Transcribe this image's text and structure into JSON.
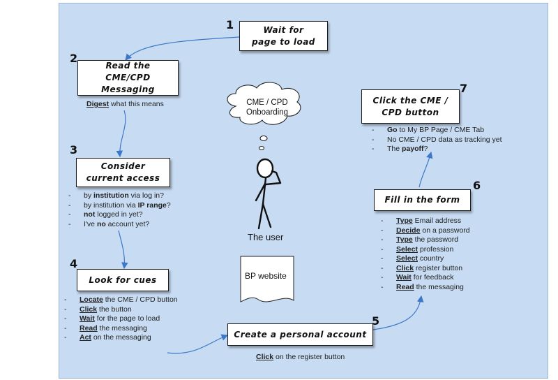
{
  "steps": [
    {
      "num": "1",
      "label": "Wait for\npage to load"
    },
    {
      "num": "2",
      "label": "Read the CME/CPD\nMessaging"
    },
    {
      "num": "3",
      "label": "Consider\ncurrent access"
    },
    {
      "num": "4",
      "label": "Look for cues"
    },
    {
      "num": "5",
      "label": "Create a personal account"
    },
    {
      "num": "6",
      "label": "Fill in the form"
    },
    {
      "num": "7",
      "label": "Click the CME /\nCPD button"
    }
  ],
  "step2_caption": {
    "kw": "Digest",
    "rest": " what this means"
  },
  "step3_items": [
    {
      "pre": "by ",
      "kw": "institution",
      "post": " via log in?"
    },
    {
      "pre": "by institution via ",
      "kw": "IP range",
      "post": "?"
    },
    {
      "pre": "",
      "kw": "not",
      "post": " logged in yet?"
    },
    {
      "pre": "I've ",
      "kw": "no",
      "post": " account yet?"
    }
  ],
  "step4_items": [
    {
      "kw": "Locate",
      "post": " the CME / CPD button"
    },
    {
      "kw": "Click",
      "post": " the button"
    },
    {
      "kw": "Wait",
      "post": " for the page to load"
    },
    {
      "kw": "Read",
      "post": " the messaging"
    },
    {
      "kw": "Act",
      "post": " on the messaging"
    }
  ],
  "step5_caption": {
    "kw": "Click",
    "rest": " on the register button"
  },
  "step6_items": [
    {
      "kw": "Type",
      "post": " Email address"
    },
    {
      "kw": "Decide",
      "post": " on a password"
    },
    {
      "kw": "Type",
      "post": " the password"
    },
    {
      "kw": "Select",
      "post": " profession"
    },
    {
      "kw": "Select",
      "post": " country"
    },
    {
      "kw": "Click",
      "post": " register button"
    },
    {
      "kw": "Wait",
      "post": " for feedback"
    },
    {
      "kw": "Read",
      "post": " the messaging"
    }
  ],
  "step7_items": [
    {
      "pre": "",
      "kw": "Go",
      "post": " to My BP Page / CME Tab"
    },
    {
      "pre": "No CME / CPD data as tracking yet",
      "kw": "",
      "post": ""
    },
    {
      "pre": "The ",
      "kw": "payoff",
      "post": "?"
    }
  ],
  "thought": "CME / CPD\nOnboarding",
  "user_label": "The user",
  "document_label": "BP website",
  "colors": {
    "background": "#c7dbf2",
    "arrow": "#3c78c8",
    "box": "#ffffff"
  }
}
